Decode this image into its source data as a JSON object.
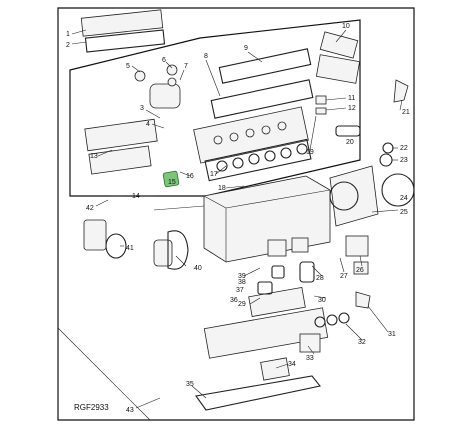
{
  "figure_code": "RGF2933",
  "callouts": [
    "1",
    "2",
    "3",
    "4",
    "5",
    "6",
    "7",
    "8",
    "9",
    "10",
    "11",
    "12",
    "13",
    "14",
    "15",
    "16",
    "17",
    "18",
    "19",
    "20",
    "21",
    "22",
    "23",
    "24",
    "25",
    "26",
    "27",
    "28",
    "29",
    "30",
    "31",
    "32",
    "33",
    "34",
    "35",
    "36",
    "37",
    "38",
    "39",
    "40",
    "41",
    "42",
    "43"
  ],
  "highlighted_callout": "15",
  "highlight_color": "#7cc47a"
}
